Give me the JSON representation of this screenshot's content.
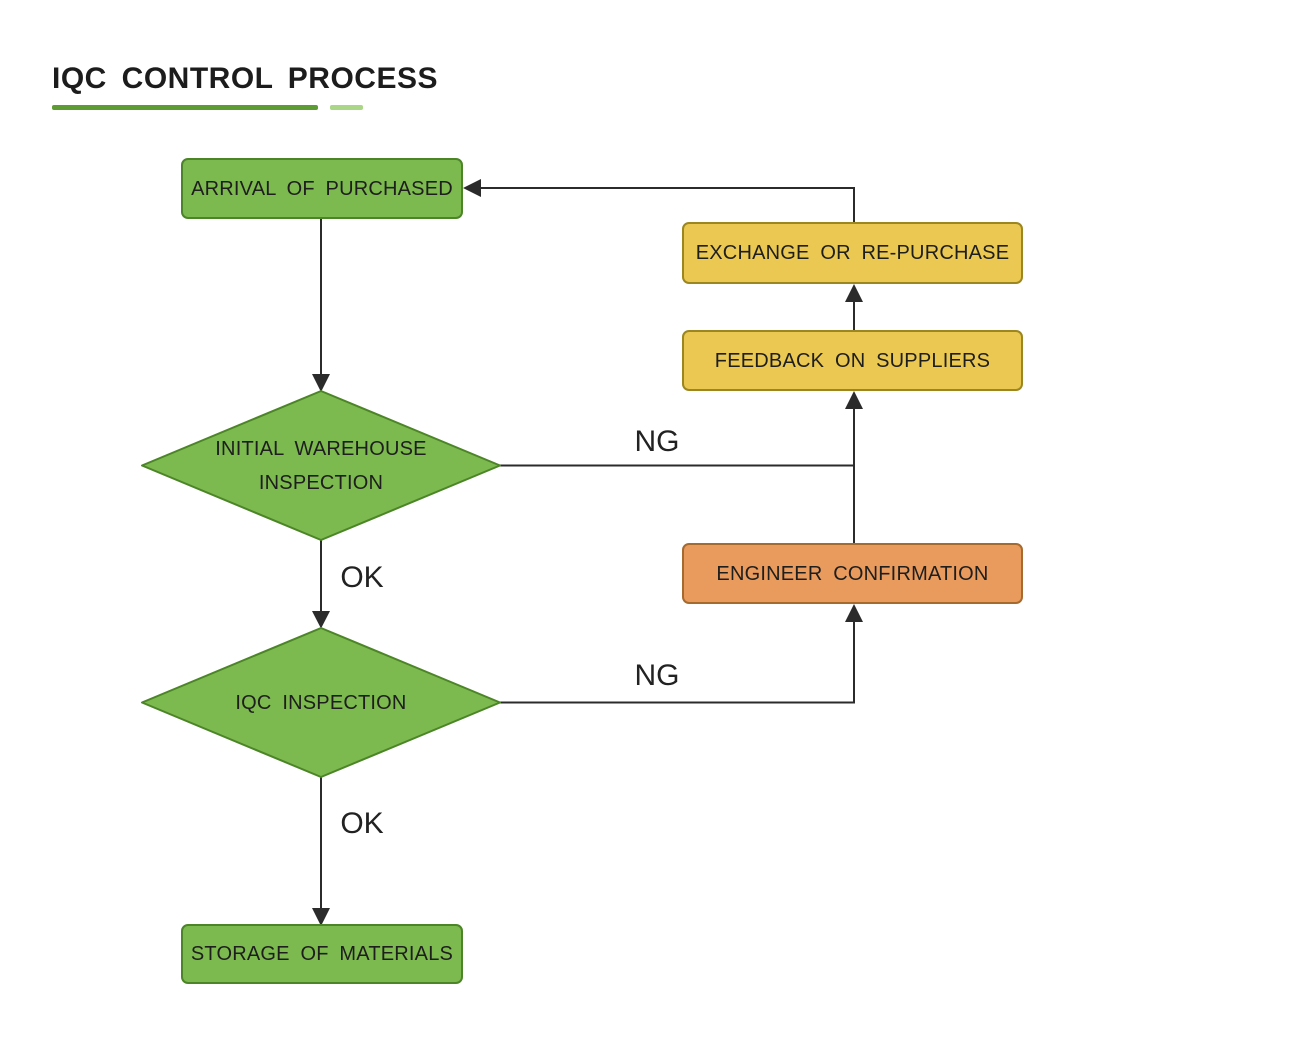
{
  "title": "IQC CONTROL PROCESS",
  "theme": {
    "background": "#ffffff",
    "title_color": "#1c1c1c",
    "underline_main_color": "#5d9c33",
    "underline_dash_color": "#aad687",
    "connector_color": "#2b2b2b",
    "node_text_color": "#1e1e1e",
    "green_fill": "#7cb94e",
    "green_border": "#4c8527",
    "yellow_fill": "#eac851",
    "yellow_border": "#9c861f",
    "orange_fill": "#e99b5d",
    "orange_border": "#a66a2e"
  },
  "nodes": {
    "arrival": {
      "label": "ARRIVAL OF PURCHASED",
      "shape": "rect",
      "fill": "#7cb94e",
      "border": "#4c8527"
    },
    "exchange": {
      "label": "EXCHANGE OR RE-PURCHASE",
      "shape": "rect",
      "fill": "#eac851",
      "border": "#9c861f"
    },
    "feedback": {
      "label": "FEEDBACK ON SUPPLIERS",
      "shape": "rect",
      "fill": "#eac851",
      "border": "#9c861f"
    },
    "initial_inspection": {
      "label_line1": "INITIAL WAREHOUSE",
      "label_line2": "INSPECTION",
      "shape": "diamond",
      "fill": "#7cb94e",
      "border": "#4c8527"
    },
    "engineer": {
      "label": "ENGINEER CONFIRMATION",
      "shape": "rect",
      "fill": "#e99b5d",
      "border": "#a66a2e"
    },
    "iqc_inspection": {
      "label": "IQC INSPECTION",
      "shape": "diamond",
      "fill": "#7cb94e",
      "border": "#4c8527"
    },
    "storage": {
      "label": "STORAGE OF MATERIALS",
      "shape": "rect",
      "fill": "#7cb94e",
      "border": "#4c8527"
    }
  },
  "edge_labels": {
    "initial_inspection_ng": "NG",
    "initial_inspection_ok": "OK",
    "iqc_inspection_ng": "NG",
    "iqc_inspection_ok": "OK"
  }
}
